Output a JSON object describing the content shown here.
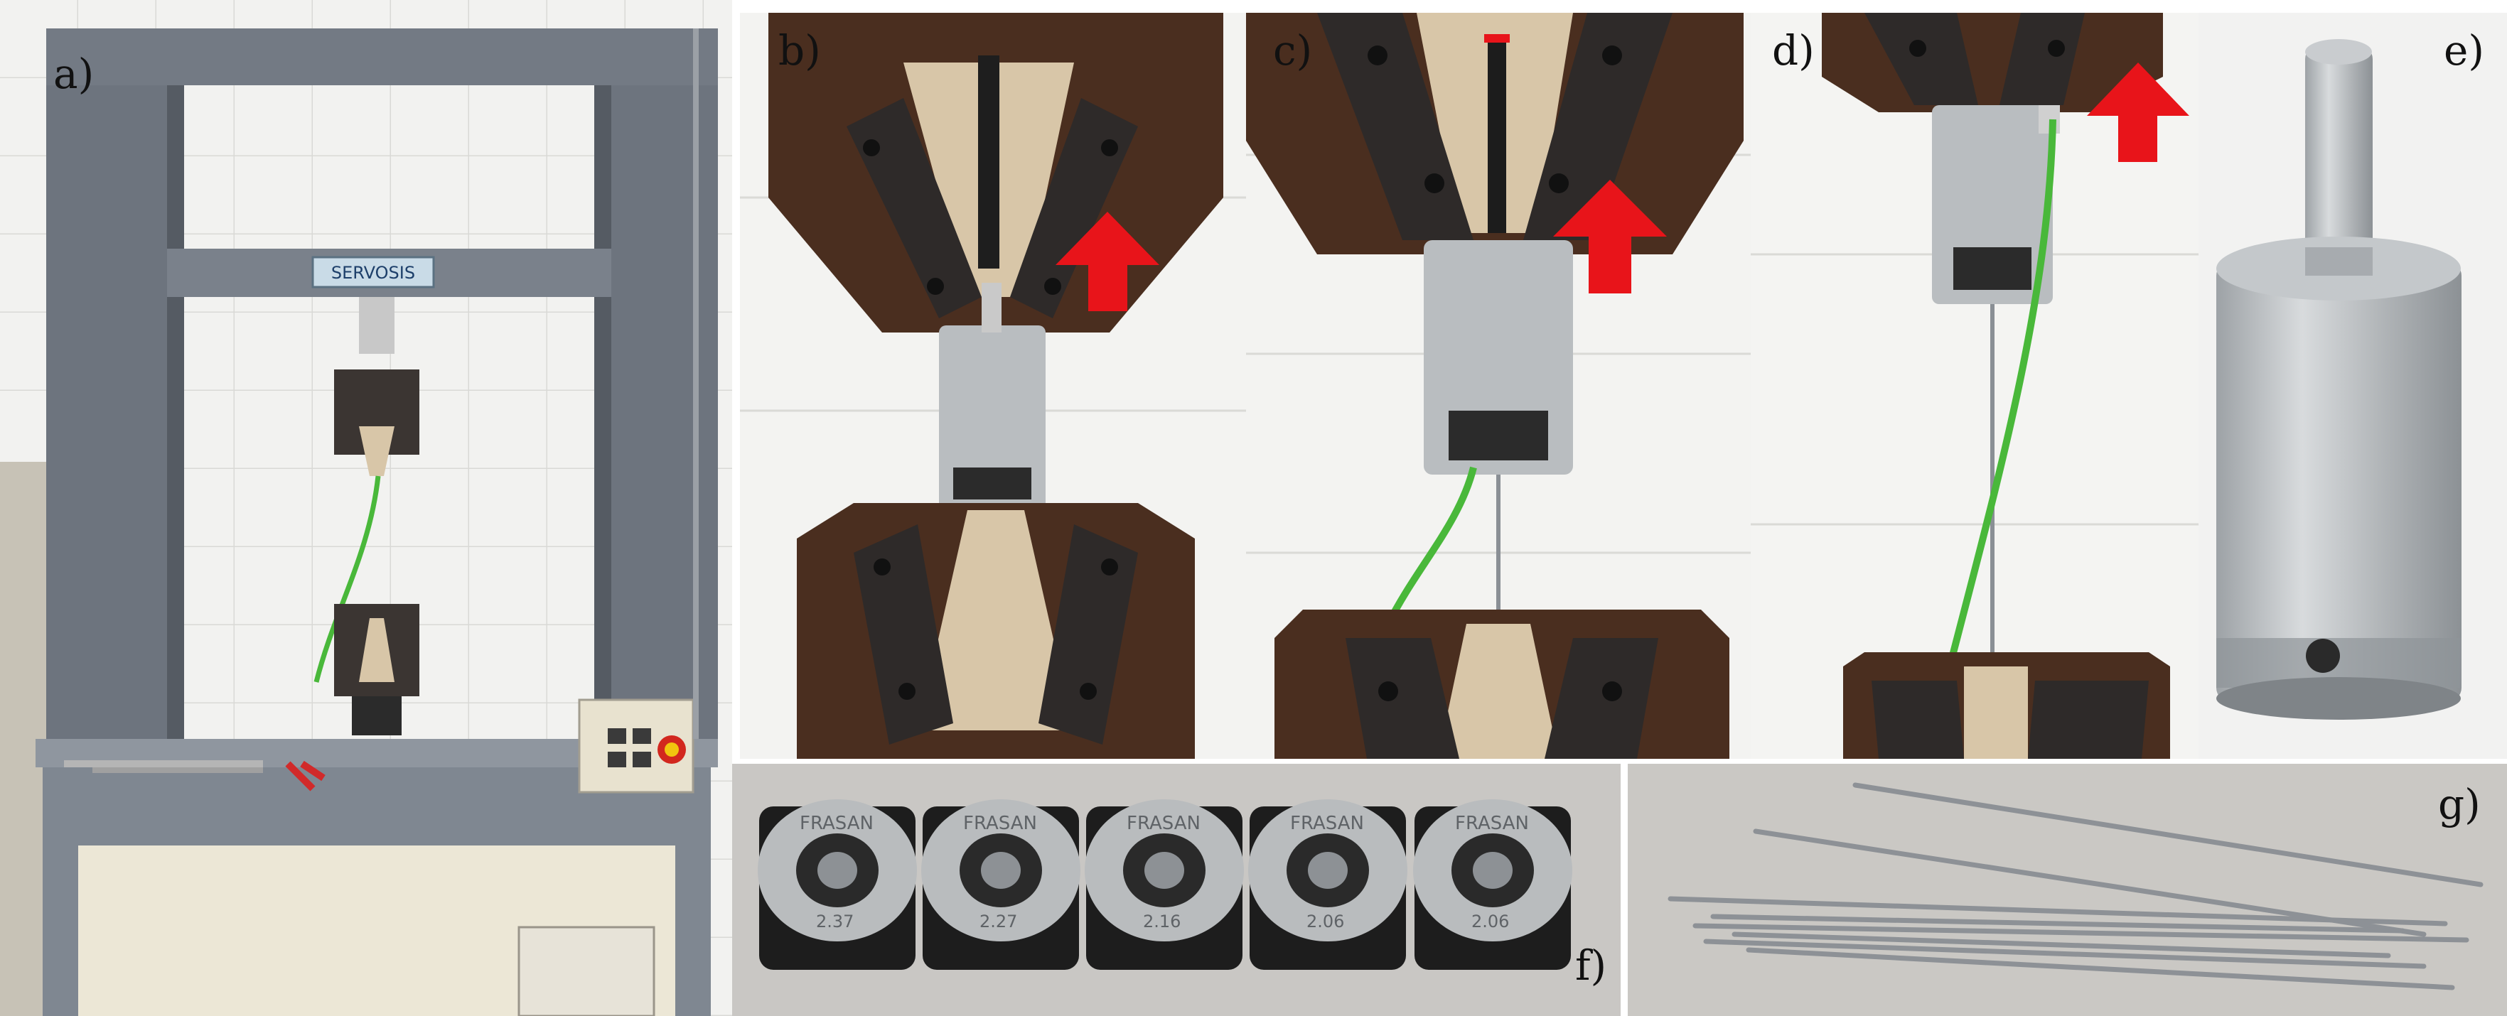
{
  "figure": {
    "panels": [
      {
        "label": "a)",
        "subject": "universal testing machine"
      },
      {
        "label": "b)",
        "subject": "wire gripped between jaws, upper jaw moving up"
      },
      {
        "label": "c)",
        "subject": "wire being drawn through die holder"
      },
      {
        "label": "d)",
        "subject": "wire drawing continues with upward pull"
      },
      {
        "label": "e)",
        "subject": "die holder"
      },
      {
        "label": "f)",
        "subject": "drawing dies"
      },
      {
        "label": "g)",
        "subject": "drawn wires"
      }
    ],
    "machine_brand": "SERVOSIS",
    "die_stamps": [
      {
        "brand": "FRASAN",
        "size": "2.37"
      },
      {
        "brand": "FRASAN",
        "size": "2.27"
      },
      {
        "brand": "FRASAN",
        "size": "2.16"
      },
      {
        "brand": "FRASAN",
        "size": "2.06"
      },
      {
        "brand": "FRASAN",
        "size": "2.06"
      }
    ],
    "colors": {
      "arrow": "#e8141a",
      "wire": "#49b83a",
      "jaw_dark": "#4a2e1f",
      "jaw_insert": "#d8c6a8",
      "machine_frame": "#6d747e",
      "aluminum": "#b9bdc0",
      "tile": "#f1f1ef"
    }
  }
}
